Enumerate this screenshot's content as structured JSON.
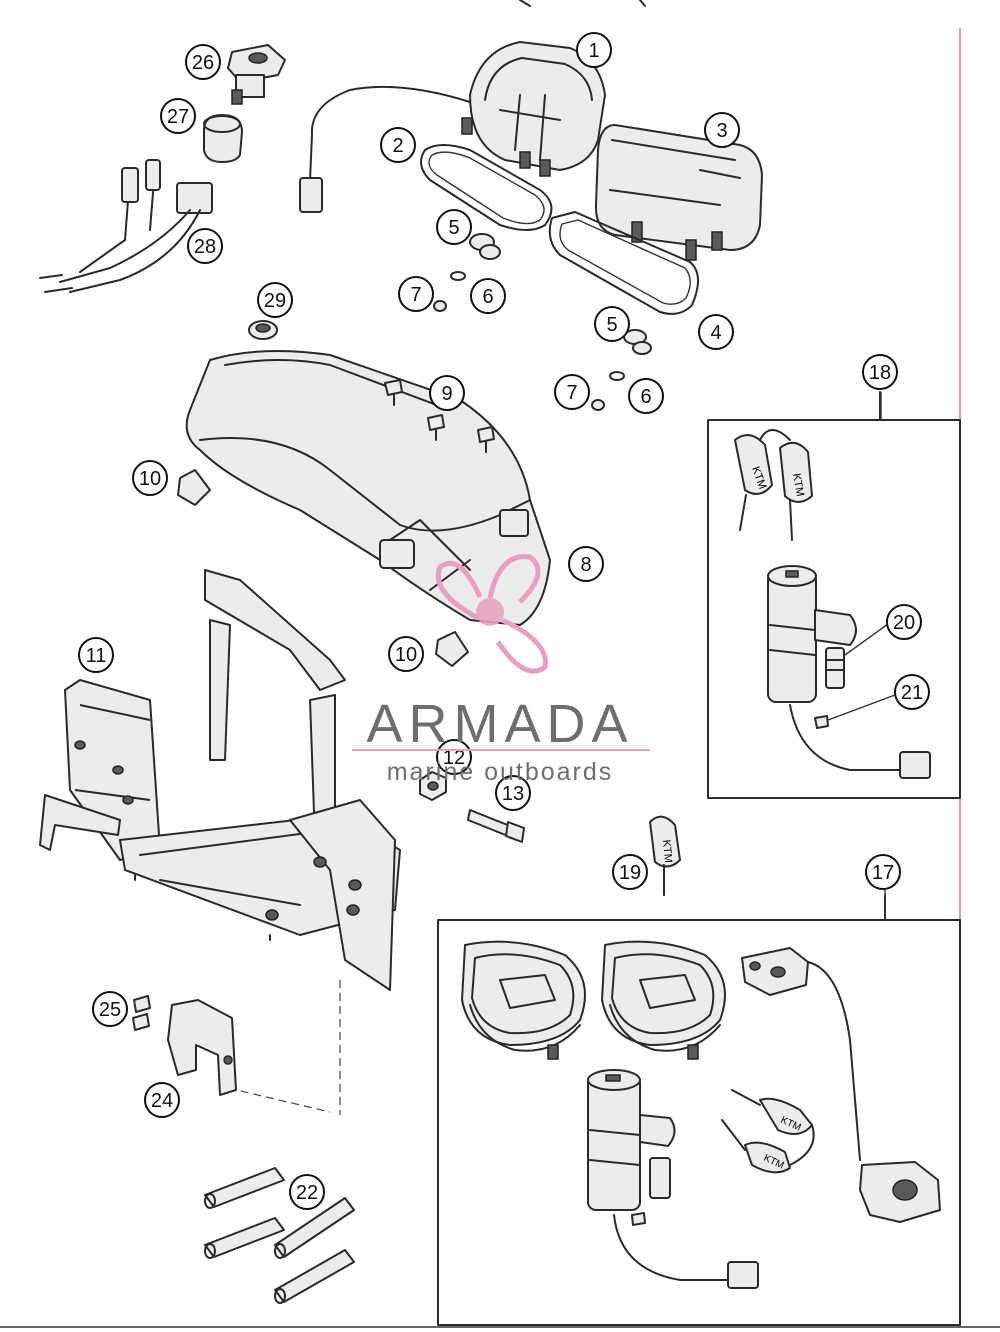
{
  "diagram": {
    "callouts": [
      "1",
      "2",
      "3",
      "4",
      "5",
      "5",
      "6",
      "6",
      "7",
      "7",
      "8",
      "9",
      "10",
      "10",
      "11",
      "12",
      "13",
      "17",
      "18",
      "19",
      "20",
      "21",
      "22",
      "24",
      "25",
      "26",
      "27",
      "28",
      "29"
    ],
    "keychain_label": "KTM",
    "accent_line_color": "#e07a8a",
    "watermark": {
      "brand": "ARMADA",
      "tagline": "marine outboards",
      "logo_color": "#e8a0c0"
    }
  }
}
